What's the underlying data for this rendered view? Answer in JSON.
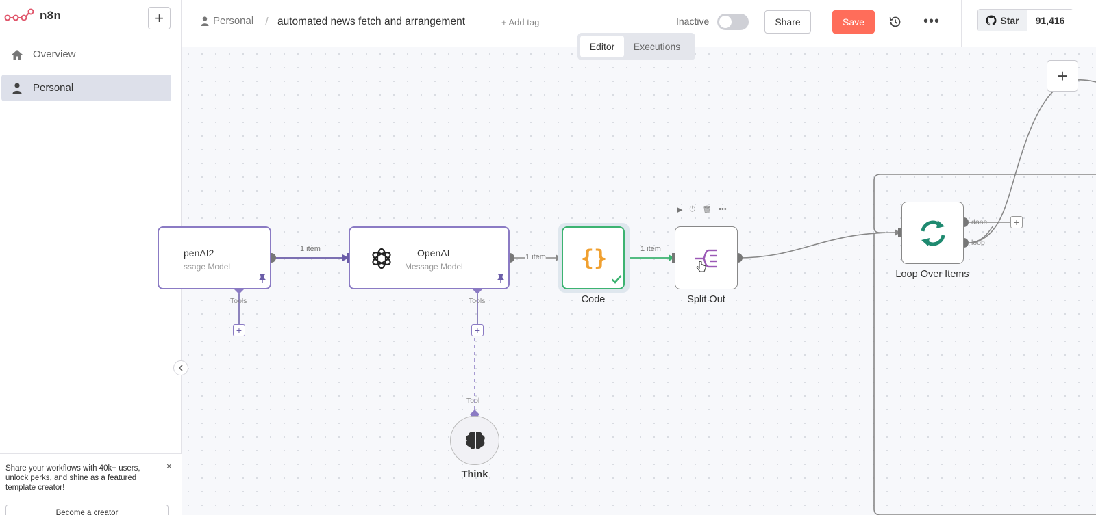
{
  "sidebar": {
    "logo_text": "n8n",
    "add_label": "+",
    "items": [
      {
        "label": "Overview",
        "icon": "home-icon"
      },
      {
        "label": "Personal",
        "icon": "user-icon"
      }
    ],
    "promo": {
      "text": "Share your workflows with 40k+ users, unlock perks, and shine as a featured template creator!",
      "close": "×",
      "button": "Become a creator"
    }
  },
  "header": {
    "project": "Personal",
    "separator": "/",
    "workflow_name": "automated news fetch and arrangement",
    "add_tag": "+ Add tag",
    "status_label": "Inactive",
    "share": "Share",
    "save": "Save",
    "more": "•••",
    "github": {
      "star": "Star",
      "count": "91,416"
    }
  },
  "canvas": {
    "tabs": [
      {
        "label": "Editor",
        "active": true
      },
      {
        "label": "Executions",
        "active": false
      }
    ],
    "add": "+",
    "nodes": {
      "openai2": {
        "title": "penAI2",
        "subtitle": "ssage Model",
        "tools_label": "Tools"
      },
      "openai": {
        "title": "OpenAI",
        "subtitle": "Message Model",
        "tools_label": "Tools"
      },
      "code": {
        "label": "Code"
      },
      "split_out": {
        "label": "Split Out"
      },
      "loop": {
        "label": "Loop Over Items",
        "done": "done",
        "loop": "loop"
      },
      "think": {
        "label": "Think",
        "tool_label": "Tool"
      }
    },
    "edge_labels": [
      "1 item",
      "1 item",
      "1 item"
    ]
  },
  "colors": {
    "accent": "#ff6d5a",
    "ai_node": "#8b7bc4",
    "success": "#3cb371",
    "code_icon": "#f0a030",
    "loop_icon": "#1f8a70",
    "split_icon": "#9b59b6"
  }
}
